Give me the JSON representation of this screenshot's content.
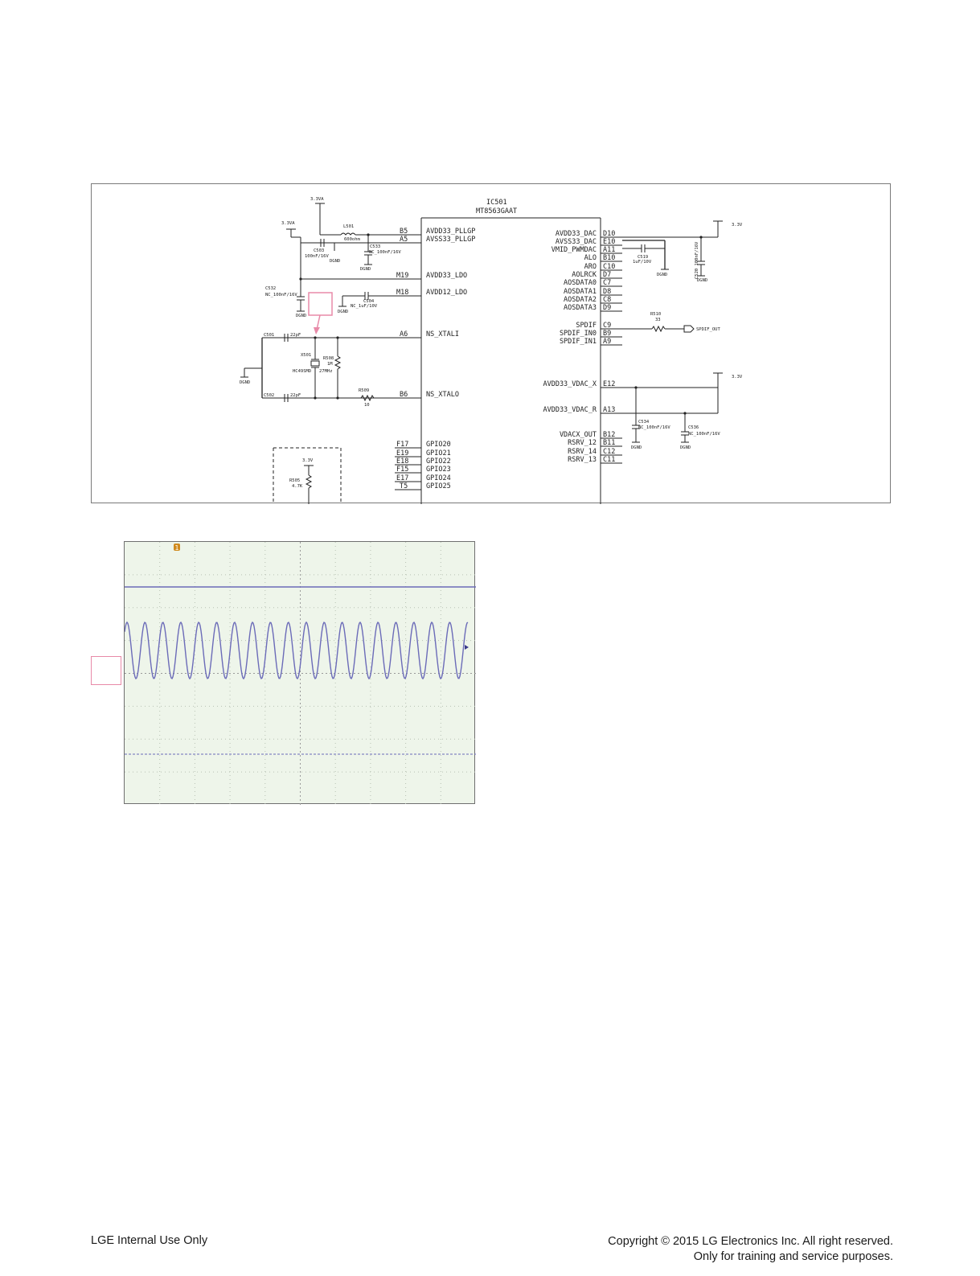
{
  "schematic": {
    "ic_ref": "IC501",
    "ic_part": "MT8563GAAT",
    "left_pins": [
      {
        "ball": "B5",
        "name": "AVDD33_PLLGP"
      },
      {
        "ball": "A5",
        "name": "AVSS33_PLLGP"
      },
      {
        "ball": "M19",
        "name": "AVDD33_LDO"
      },
      {
        "ball": "M18",
        "name": "AVDD12_LDO"
      },
      {
        "ball": "A6",
        "name": "NS_XTALI"
      },
      {
        "ball": "B6",
        "name": "NS_XTALO"
      },
      {
        "ball": "F17",
        "name": "GPIO20"
      },
      {
        "ball": "E19",
        "name": "GPIO21"
      },
      {
        "ball": "E18",
        "name": "GPIO22"
      },
      {
        "ball": "F15",
        "name": "GPIO23"
      },
      {
        "ball": "E17",
        "name": "GPIO24"
      },
      {
        "ball": "T5",
        "name": "GPIO25"
      }
    ],
    "right_pins": [
      {
        "ball": "D10",
        "name": "AVDD33_DAC"
      },
      {
        "ball": "E10",
        "name": "AVSS33_DAC"
      },
      {
        "ball": "A11",
        "name": "VMID_PWMDAC"
      },
      {
        "ball": "B10",
        "name": "ALO"
      },
      {
        "ball": "C10",
        "name": "ARO"
      },
      {
        "ball": "D7",
        "name": "AOLRCK"
      },
      {
        "ball": "C7",
        "name": "AOSDATA0"
      },
      {
        "ball": "D8",
        "name": "AOSDATA1"
      },
      {
        "ball": "C8",
        "name": "AOSDATA2"
      },
      {
        "ball": "D9",
        "name": "AOSDATA3"
      },
      {
        "ball": "C9",
        "name": "SPDIF"
      },
      {
        "ball": "B9",
        "name": "SPDIF_IN0"
      },
      {
        "ball": "A9",
        "name": "SPDIF_IN1"
      },
      {
        "ball": "E12",
        "name": "AVDD33_VDAC_X"
      },
      {
        "ball": "A13",
        "name": "AVDD33_VDAC_R"
      },
      {
        "ball": "B12",
        "name": "VDACX_OUT"
      },
      {
        "ball": "B11",
        "name": "RSRV_12"
      },
      {
        "ball": "C12",
        "name": "RSRV_14"
      },
      {
        "ball": "C11",
        "name": "RSRV_13"
      }
    ],
    "labels": {
      "v33a_1": "3.3VA",
      "v33a_2": "3.3VA",
      "v33_dac": "3.3V",
      "v33_vdac": "3.3V",
      "v33_box": "3.3V",
      "l501": "L501",
      "l501_val": "600ohm",
      "c503": "C503",
      "c503_val": "100nF/16V",
      "c533": "C533",
      "c533_val": "NC_100nF/16V",
      "c532": "C532",
      "c532_val": "NC_100nF/16V",
      "c504": "C504",
      "c504_val": "NC_1uF/10V",
      "c501": "C501",
      "c501_val": "22pF",
      "c502": "C502",
      "c502_val": "22pF",
      "x501": "X501",
      "x501_pkg": "HC49SMD",
      "x501_freq": "27MHz",
      "r508": "R508",
      "r508_val": "1M",
      "r509": "R509",
      "r509_val": "10",
      "c519": "C519",
      "c519_val": "1uF/10V",
      "c520_val": "C520 100nF/16V",
      "r510": "R510",
      "r510_val": "33",
      "spdif_out": "SPDIF_OUT",
      "c534": "C534",
      "c534_val": "NC_100nF/16V",
      "c536": "C536",
      "c536_val": "NC_100nF/16V",
      "r505": "R505",
      "r505_val": "4.7K",
      "dgnd": "DGND"
    }
  },
  "scope": {
    "channel_marker": "1"
  },
  "footer": {
    "left": "LGE Internal Use Only",
    "right_line1": "Copyright © 2015 LG Electronics Inc. All right reserved.",
    "right_line2": "Only for training and service purposes."
  },
  "colors": {
    "trace": "#6b6bb8",
    "scope_bg": "#eef5ea",
    "marker": "#e88aa8",
    "trigger_marker": "#d08a1e"
  }
}
